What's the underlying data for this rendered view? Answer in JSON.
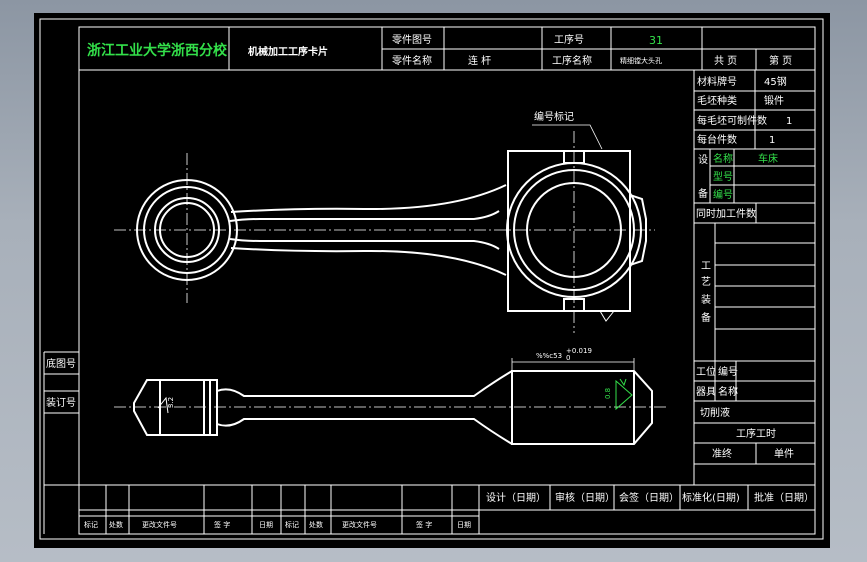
{
  "title_block": {
    "school": "浙江工业大学浙西分校",
    "card_title": "机械加工工序卡片",
    "part_drawing_no_label": "零件图号",
    "part_name_label": "零件名称",
    "part_name": "连 杆",
    "op_no_label": "工序号",
    "op_no": "31",
    "op_name_label": "工序名称",
    "op_name": "精细镗大头孔",
    "total_pages": "共 页",
    "page_no": "第 页"
  },
  "right_panel": {
    "material_label": "材料牌号",
    "material": "45钢",
    "blank_type_label": "毛坯种类",
    "blank_type": "锻件",
    "pieces_per_blank_label": "每毛坯可制件数",
    "pieces_per_blank": "1",
    "units_per_machine_label": "每台件数",
    "units_per_machine": "1",
    "equip_label_1": "设",
    "equip_label_2": "备",
    "equip_name_label": "名称",
    "equip_name": "车床",
    "equip_model_label": "型号",
    "equip_no_label": "编号",
    "simultaneous_label": "同时加工件数",
    "process_notes_chars": [
      "工",
      "艺",
      "装",
      "备"
    ],
    "fixture_label_1": "工位",
    "fixture_label_2": "器具",
    "fixture_no_label": "编号",
    "fixture_name_label": "名称",
    "coolant_label": "切削液",
    "op_time_label": "工序工时",
    "prep_label": "准终",
    "unit_label": "单件"
  },
  "left_strip": {
    "base_drawing_no": "底图号",
    "binding_no": "装订号"
  },
  "bottom_bar": {
    "design": "设计（日期）",
    "review": "审核（日期）",
    "countersign": "会签（日期）",
    "standardize": "标准化(日期)",
    "approve": "批准（日期）",
    "rev_headers": [
      "标记",
      "处数",
      "更改文件号",
      "签 字",
      "日期",
      "标记",
      "处数",
      "更改文件号",
      "签 字",
      "日期"
    ]
  },
  "drawing": {
    "leader_label": "编号标记",
    "dimension_text": "%%c53",
    "tolerance_text": "+0.019",
    "tolerance_low": "0",
    "roughness_top": "0.8",
    "roughness_side": "3.2"
  }
}
